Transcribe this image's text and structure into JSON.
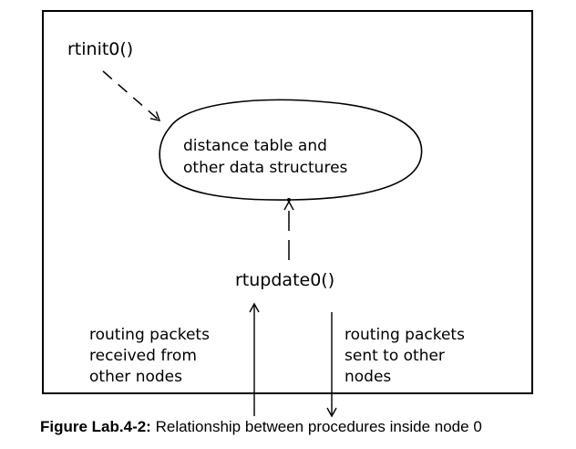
{
  "diagram": {
    "nodes": {
      "rtinit": "rtinit0()",
      "data_structures": [
        "distance table and",
        "other data structures"
      ],
      "rtupdate": "rtupdate0()"
    },
    "labels": {
      "received": [
        "routing packets",
        "received from",
        "other nodes"
      ],
      "sent": [
        "routing packets",
        "sent to other",
        "nodes"
      ]
    }
  },
  "caption": {
    "prefix": "Figure Lab.4-2:",
    "text": " Relationship between procedures inside node 0"
  }
}
